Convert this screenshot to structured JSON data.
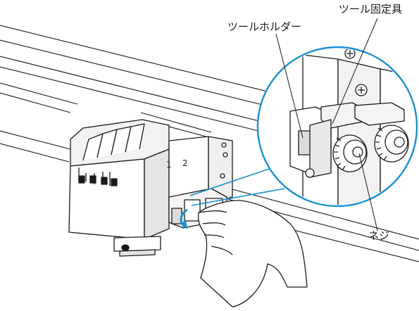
{
  "labels": {
    "tool_holder": "ツールホルダー",
    "tool_fixture": "ツール固定具",
    "screw": "ネジ"
  },
  "carriage_numbers": [
    "1",
    "2"
  ],
  "colors": {
    "accent_circle": "#1a8fd1",
    "arrow": "#1a8fd1",
    "line": "#1a1a1a",
    "shade": "#e4e4e4"
  }
}
